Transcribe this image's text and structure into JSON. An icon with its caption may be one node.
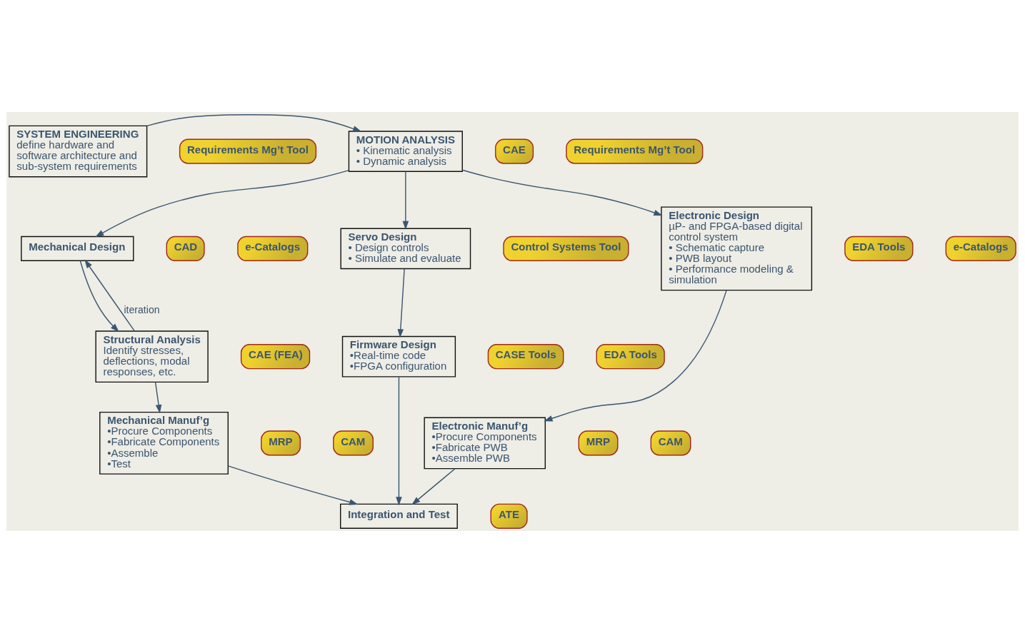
{
  "diagram": {
    "nodes": [
      {
        "text": [
          "SYSTEM ENGINEERING",
          "define hardware and software architecture and sub-system requirements"
        ]
      },
      {
        "text": [
          "Requirements Mg’t Tool"
        ]
      },
      {
        "text": [
          "MOTION ANALYSIS",
          "• Kinematic analysis",
          "• Dynamic analysis"
        ]
      },
      {
        "text": [
          "CAE"
        ]
      },
      {
        "text": [
          "Requirements Mg’t Tool"
        ]
      },
      {
        "text": [
          "Mechanical Design"
        ]
      },
      {
        "text": [
          "CAD"
        ]
      },
      {
        "text": [
          "e-Catalogs"
        ]
      },
      {
        "text": [
          "Servo Design",
          "• Design controls",
          "• Simulate and evaluate"
        ]
      },
      {
        "text": [
          "Control Systems Tool"
        ]
      },
      {
        "text": [
          "Electronic Design",
          "µP- and FPGA-based digital control system",
          "• Schematic capture",
          "• PWB layout",
          "• Performance modeling & simulation"
        ]
      },
      {
        "text": [
          "EDA Tools"
        ]
      },
      {
        "text": [
          "Structural Analysis",
          "Identify stresses, deflections, modal responses, etc."
        ]
      },
      {
        "text": [
          "CAE (FEA)"
        ]
      },
      {
        "text": [
          "Firmware Design",
          "•Real-time code",
          "•FPGA configuration"
        ]
      },
      {
        "text": [
          "CASE Tools"
        ]
      },
      {
        "text": [
          "EDA Tools"
        ]
      },
      {
        "text": [
          "e-Catalogs"
        ]
      },
      {
        "text": [
          "Mechanical Manuf’g",
          "•Procure Components",
          "•Fabricate Components",
          "•Assemble",
          "•Test"
        ]
      },
      {
        "text": [
          "MRP"
        ]
      },
      {
        "text": [
          "CAM"
        ]
      },
      {
        "text": [
          "Electronic Manuf’g",
          "•Procure Components",
          "•Fabricate PWB",
          "•Assemble PWB"
        ]
      },
      {
        "text": [
          "MRP"
        ]
      },
      {
        "text": [
          "CAM"
        ]
      },
      {
        "text": [
          "Integration and Test"
        ]
      },
      {
        "text": [
          "ATE"
        ]
      }
    ],
    "edges": [
      {
        "from": 0,
        "to": 2,
        "arrow": "to"
      },
      {
        "from": 2,
        "to": 5,
        "arrow": "to"
      },
      {
        "from": 2,
        "to": 8,
        "arrow": "to"
      },
      {
        "from": 2,
        "to": 10,
        "arrow": "to"
      },
      {
        "from": 5,
        "to": 12,
        "arrow": "to"
      },
      {
        "from": 12,
        "to": 5,
        "arrow": "to",
        "label": "iteration"
      },
      {
        "from": 8,
        "to": 14,
        "arrow": "to"
      },
      {
        "from": 10,
        "to": 21,
        "arrow": "to"
      },
      {
        "from": 12,
        "to": 18,
        "arrow": "to"
      },
      {
        "from": 14,
        "to": 24,
        "arrow": "to"
      },
      {
        "from": 18,
        "to": 24,
        "arrow": "to"
      },
      {
        "from": 21,
        "to": 24,
        "arrow": "to"
      }
    ]
  }
}
